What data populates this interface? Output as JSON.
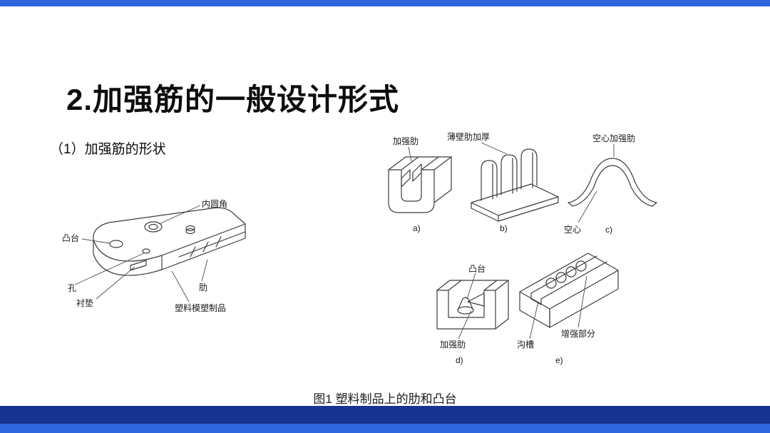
{
  "colors": {
    "accent_bar_blue": "#2f66dd",
    "footer_dark_blue": "#16338f",
    "background": "#ffffff",
    "ink": "#1a1a1a"
  },
  "slide": {
    "title": "2.加强筋的一般设计形式",
    "subtitle": "（1）加强筋的形状",
    "caption": "图1 塑料制品上的肋和凸台"
  },
  "figure_left": {
    "labels": {
      "inner_fillet": "内圆角",
      "boss": "凸台",
      "hole": "孔",
      "pad": "衬垫",
      "rib": "肋",
      "molded_product": "塑料模塑制品"
    }
  },
  "figure_right": {
    "top_labels": {
      "rib": "加强肋",
      "thickened_thin_wall_rib": "薄壁肋加厚",
      "hollow_rib": "空心加强肋",
      "hollow": "空心"
    },
    "bottom_labels": {
      "boss": "凸台",
      "rib": "加强肋",
      "groove": "沟槽",
      "reinforced_part": "增强部分"
    },
    "sublabels": {
      "a": "a)",
      "b": "b)",
      "c": "c)",
      "d": "d)",
      "e": "e)"
    }
  }
}
